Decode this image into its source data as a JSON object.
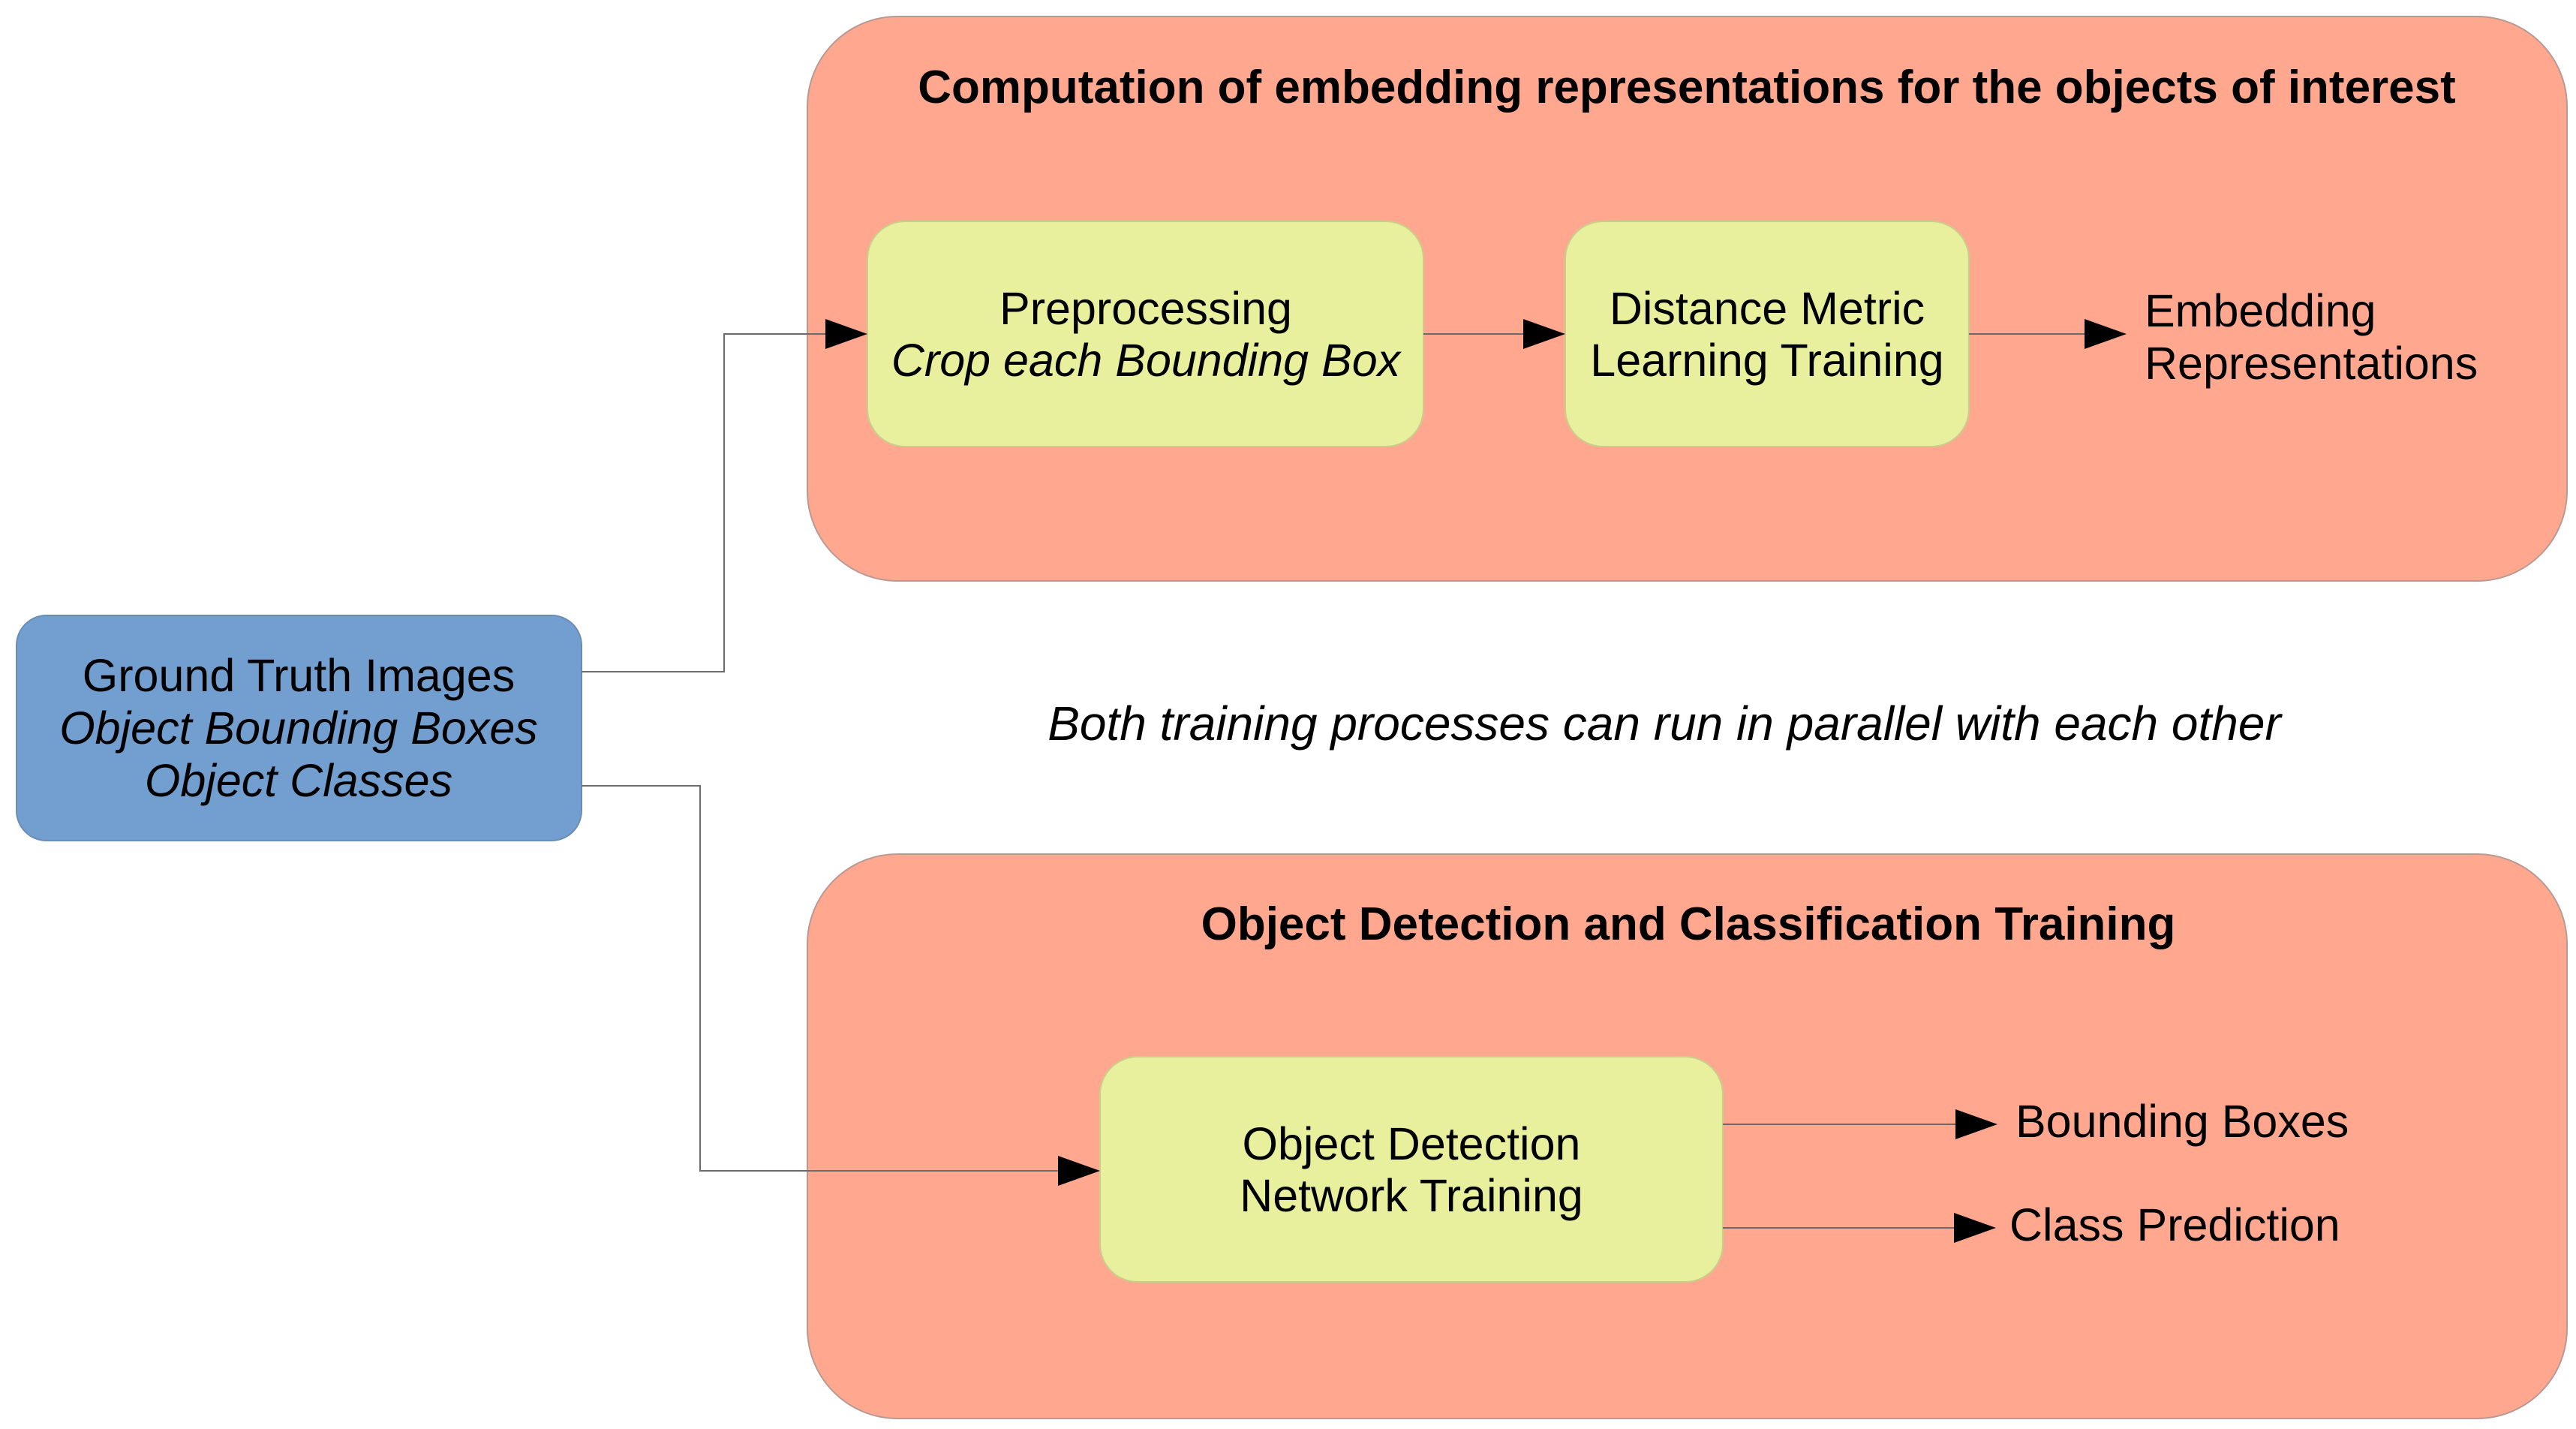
{
  "colors": {
    "input_node": "#729fcf",
    "group_container": "#ffa88f",
    "process_node": "#e8f09e",
    "connector": "#6b6b6b"
  },
  "input": {
    "line1": "Ground Truth Images",
    "line2": "Object Bounding Boxes",
    "line3": "Object Classes"
  },
  "embedding_group": {
    "title": "Computation of embedding representations for the objects of interest",
    "preprocessing": {
      "line1": "Preprocessing",
      "line2": "Crop each Bounding Box"
    },
    "metric_learning": {
      "line1": "Distance Metric",
      "line2": "Learning Training"
    },
    "output": {
      "line1": "Embedding",
      "line2": "Representations"
    }
  },
  "parallel_note": "Both training processes can run in parallel with each other",
  "detection_group": {
    "title": "Object Detection and Classification Training",
    "network_training": {
      "line1": "Object Detection",
      "line2": "Network Training"
    },
    "output_boxes": "Bounding Boxes",
    "output_classes": "Class Prediction"
  }
}
